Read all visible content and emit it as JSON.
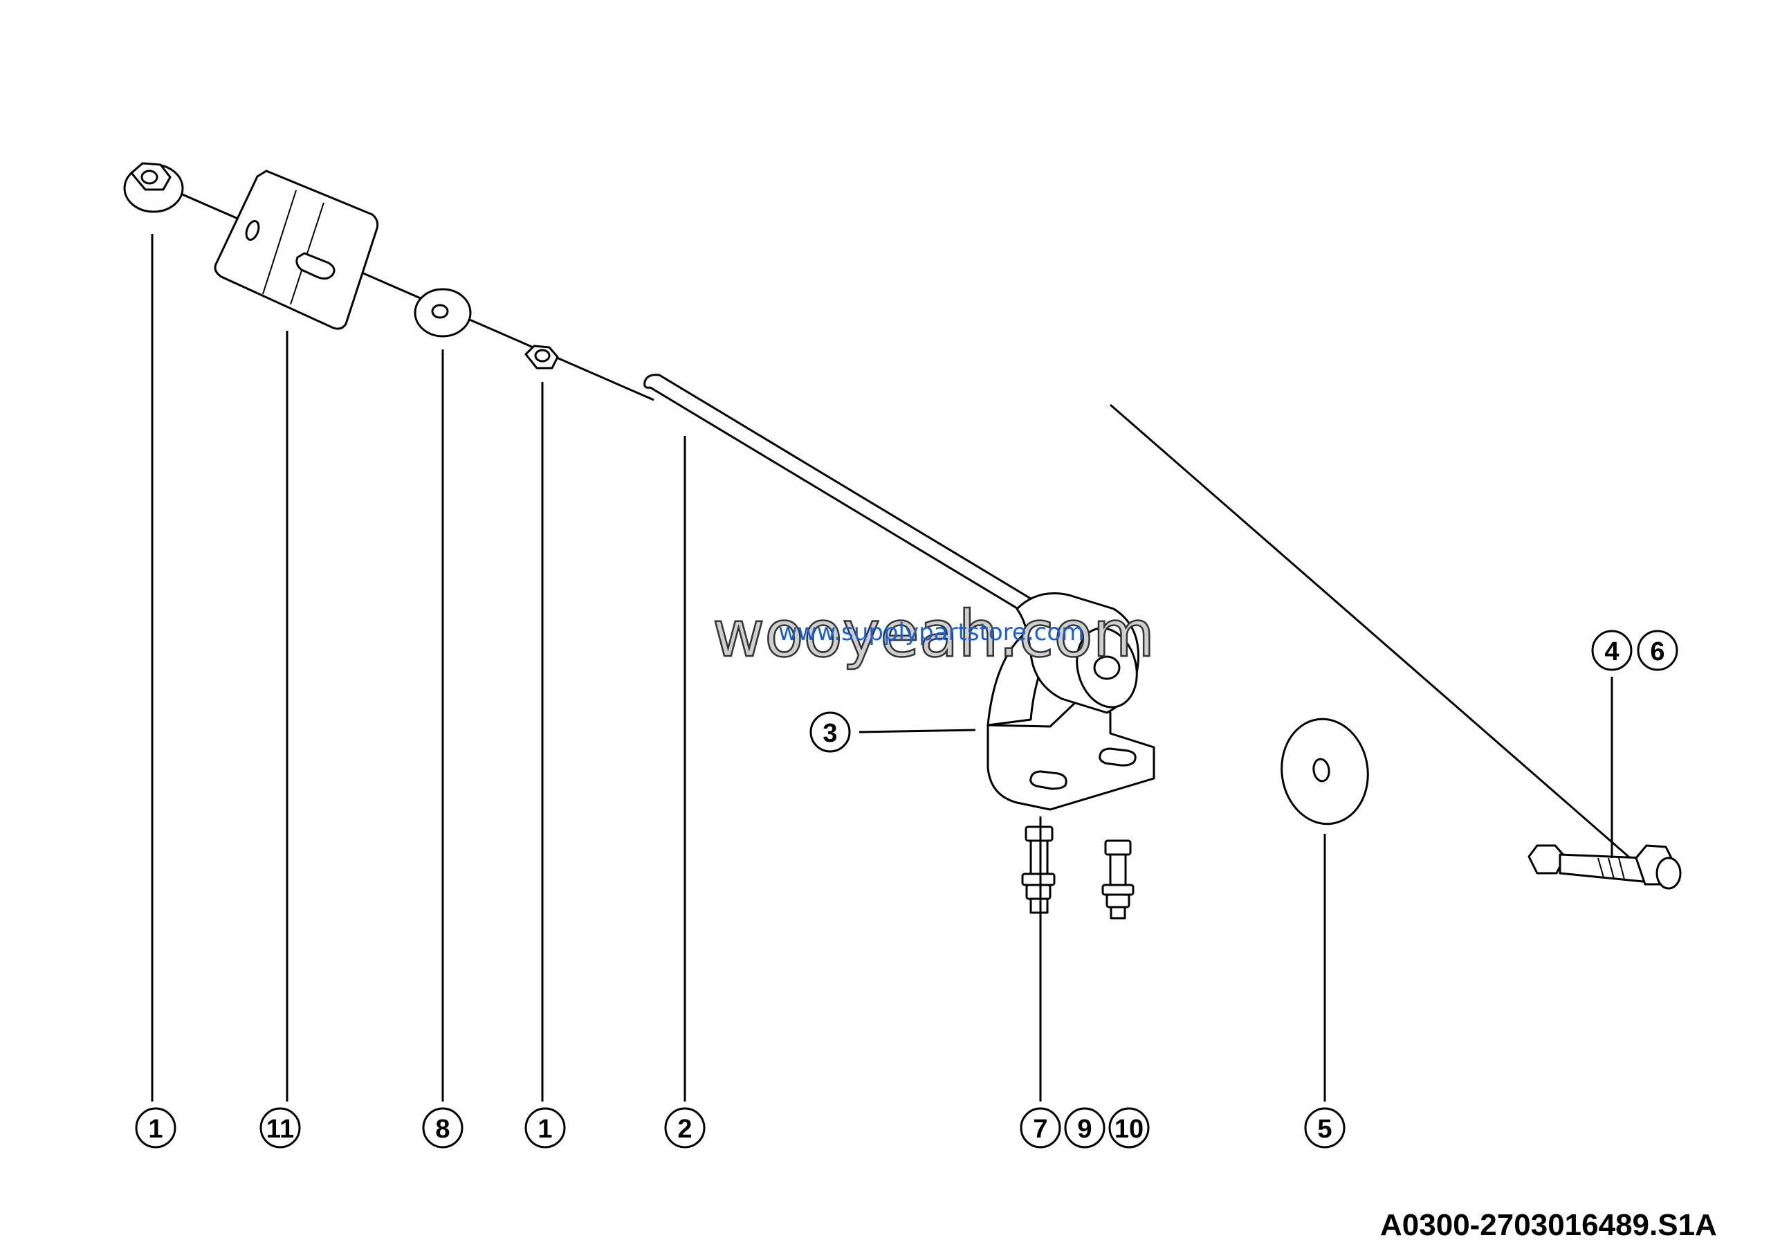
{
  "callouts": {
    "c1_left": "1",
    "c11": "11",
    "c8": "8",
    "c1_mid": "1",
    "c2": "2",
    "c3": "3",
    "c4": "4",
    "c6": "6",
    "c5": "5",
    "c7": "7",
    "c9": "9",
    "c10": "10"
  },
  "reference_code": "A0300-2703016489.S1A",
  "watermark": {
    "main": "wooyeah.com",
    "sub": "www.supplypartstore.com"
  },
  "colors": {
    "line": "#000000",
    "watermark_link": "#1a5fd0"
  }
}
